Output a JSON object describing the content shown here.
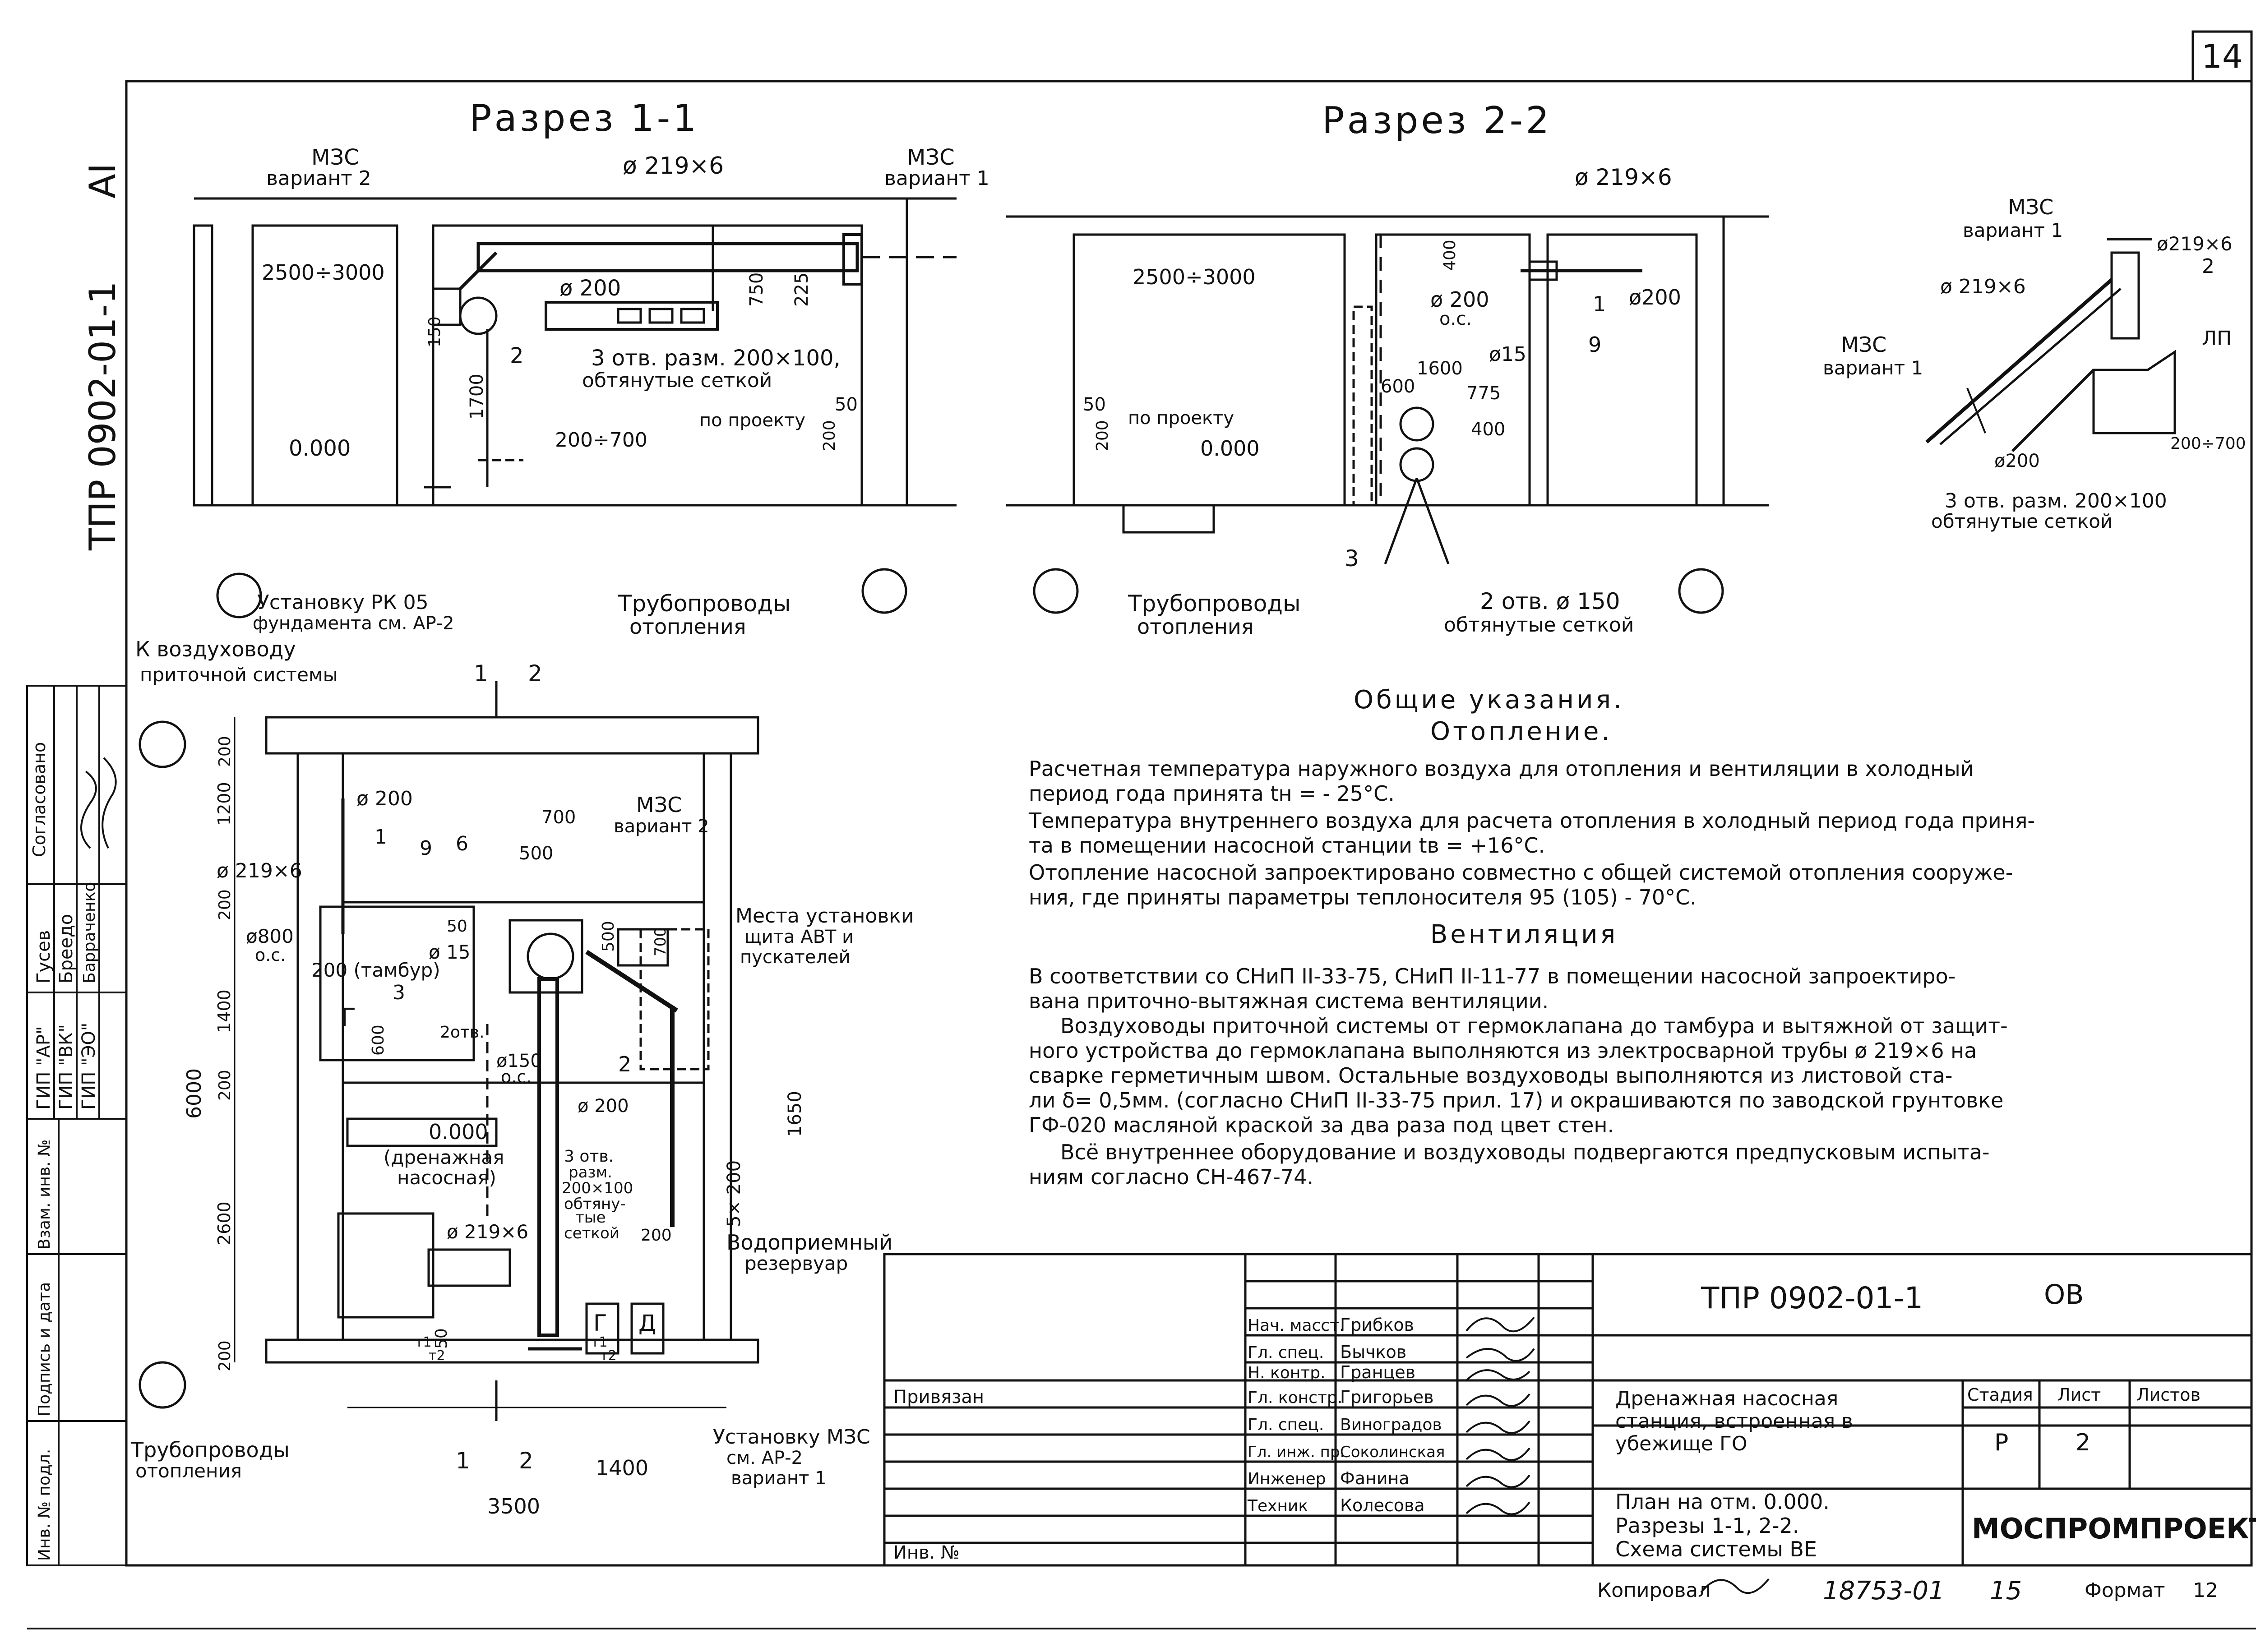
{
  "sheet": {
    "number": "14",
    "code_vertical": "ТПР 0902-01-1",
    "series_vertical": "АI"
  },
  "sections": {
    "s11": {
      "title": "Разрез 1-1",
      "mzs_v2": "МЗС",
      "mzs_v2_variant": "вариант 2",
      "mzs_v1": "МЗС",
      "mzs_v1_variant": "вариант 1",
      "pipe": "ø 219×6",
      "d200": "ø 200",
      "holes": "3 отв. разм. 200×100,",
      "holes2": "обтянутые сеткой",
      "dim_2500": "2500÷3000",
      "dim_750": "750",
      "dim_225": "225",
      "dim_150": "150",
      "dim_1700": "1700",
      "dim_200_700": "200÷700",
      "dim_50": "50",
      "dim_200": "200",
      "by_project": "по проекту",
      "mark_zero": "0.000",
      "num_2": "2",
      "rk_label": "Установку РК 05",
      "rk_label2": "фундамента см. АР-2",
      "heat_label": "Трубопроводы",
      "heat_label2": "отопления"
    },
    "s22": {
      "title": "Разрез 2-2",
      "pipe": "ø 219×6",
      "dim_2500": "2500÷3000",
      "dim_400": "400",
      "d200": "ø 200",
      "oc": "о.с.",
      "d200b": "ø200",
      "num_1": "1",
      "d15": "ø15",
      "dim_1600": "1600",
      "dim_600": "600",
      "dim_775": "775",
      "dim_400b": "400",
      "num_9": "9",
      "dim_50": "50",
      "dim_200": "200",
      "by_project": "по проекту",
      "mark_zero": "0.000",
      "num_3": "3",
      "holes": "2 отв. ø 150",
      "holes2": "обтянутые сеткой",
      "heat_label": "Трубопроводы",
      "heat_label2": "отопления"
    },
    "scheme": {
      "mzs1": "МЗС",
      "mzs1_variant": "вариант 1",
      "pipe1": "ø219×6",
      "num_2": "2",
      "pipe2": "ø 219×6",
      "lp": "ЛП",
      "mzs2": "МЗС",
      "mzs2_variant": "вариант 1",
      "dim": "200÷700",
      "d200": "ø200",
      "holes": "3 отв. разм. 200×100",
      "holes2": "обтянутые сеткой"
    }
  },
  "plan": {
    "to_duct": "К воздуховоду",
    "to_duct2": "приточной системы",
    "cut_1": "1",
    "cut_2": "2",
    "dims": {
      "d200_top": "200",
      "d1200": "1200",
      "d200_a": "200",
      "d1400": "1400",
      "d200_b": "200",
      "d2600": "2600",
      "d200_c": "200",
      "d6000": "6000",
      "d700": "700",
      "d500": "500",
      "d500b": "500",
      "d50": "50",
      "d700b": "700",
      "d600": "600",
      "d1650": "1650",
      "d5x200": "5× 200",
      "d200_d": "200",
      "d50b": "50",
      "d1400b": "1400",
      "d3500": "3500"
    },
    "d200": "ø 200",
    "num_1": "1",
    "num_9": "9",
    "num_6": "6",
    "num_3": "3",
    "num_2": "2",
    "pipe": "ø 219×6",
    "d800": "ø800",
    "oc": "о.с.",
    "tambour": "200 (тамбур)",
    "d15": "ø 15",
    "holes2": "2отв.",
    "d150": "ø150",
    "oc2": "о.с.",
    "room_g": "Г",
    "room_d": "Д",
    "mzs": "МЗС",
    "mzs_variant": "вариант 2",
    "places": "Места установки",
    "places2": "щита АВТ и",
    "places3": "пускателей",
    "zero": "0.000",
    "room": "(дренажная",
    "room2": "насосная)",
    "h1": "3 отв.",
    "h2": "разм.",
    "h3": "200×100",
    "h4": "обтяну-",
    "h5": "тые",
    "h6": "сеткой",
    "d200b": "ø 200",
    "pipe2": "ø 219×6",
    "reservoir": "Водоприемный",
    "reservoir2": "резервуар",
    "t1": "т1",
    "t2": "т2",
    "t1b": "т1",
    "t2b": "т2",
    "heat": "Трубопроводы",
    "heat2": "отопления",
    "install": "Установку МЗС",
    "install2": "см. АР-2",
    "install3": "вариант 1"
  },
  "notes": {
    "title": "Общие указания.",
    "heat_title": "Отопление.",
    "heat_lines": [
      "Расчетная температура наружного воздуха для отопления и вентиляции в холодный",
      "период года принята tн = - 25°С.",
      "Температура внутреннего воздуха для расчета отопления в холодный период года приня-",
      "та в помещении насосной станции tв = +16°С.",
      "Отопление насосной запроектировано совместно с общей системой отопления сооруже-",
      "ния, где приняты параметры теплоносителя 95 (105) - 70°С."
    ],
    "vent_title": "Вентиляция",
    "vent_lines": [
      "В соответствии со СНиП II-33-75, СНиП II-11-77 в помещении насосной запроектиро-",
      "вана приточно-вытяжная система вентиляции.",
      "Воздуховоды приточной системы от гермоклапана до тамбура и вытяжной от защит-",
      "ного устройства до гермоклапана выполняются из электросварной трубы ø 219×6 на",
      "сварке герметичным швом. Остальные воздуховоды выполняются из листовой ста-",
      "ли δ= 0,5мм. (согласно СНиП II-33-75 прил. 17) и окрашиваются по заводской грунтовке",
      "ГФ-020 масляной краской за два раза под цвет стен.",
      "Всё внутреннее оборудование и воздуховоды подвергаются предпусковым испыта-",
      "ниям согласно СН-467-74."
    ]
  },
  "left_strip": {
    "roles": [
      "ГИП \"АР\"",
      "ГИП \"ВК\"",
      "ГИП \"ЭО\""
    ],
    "names": [
      "Гусев",
      "Бреедо",
      "Барраченко"
    ],
    "header": "Согласовано",
    "boxes": [
      "Взам. инв. №",
      "Подпись и дата",
      "Инв. № подл."
    ]
  },
  "title_block": {
    "code": "ТПР 0902-01-1",
    "mark": "ОВ",
    "roles": [
      "Нач. масст.",
      "Гл. спец.",
      "Н. контр.",
      "Гл. констр.",
      "Гл. спец.",
      "Гл. инж. пр.",
      "Инженер",
      "Техник"
    ],
    "names": [
      "Грибков",
      "Бычков",
      "Гранцев",
      "Григорьев",
      "Виноградов",
      "Соколинская",
      "Фанина",
      "Колесова"
    ],
    "bound": "Привязан",
    "inv": "Инв. №",
    "object": [
      "Дренажная насосная",
      "станция, встроенная в",
      "убежище ГО"
    ],
    "stage_h": "Стадия",
    "sheet_h": "Лист",
    "sheets_h": "Листов",
    "stage": "Р",
    "sheet": "2",
    "content": [
      "План на отм. 0.000.",
      "Разрезы 1-1, 2-2.",
      "Схема системы ВЕ"
    ],
    "org": "МОСПРОМПРОЕКТ"
  },
  "footer": {
    "copied": "Копировал",
    "order": "18753-01",
    "num": "15",
    "format_label": "Формат",
    "format": "12"
  }
}
